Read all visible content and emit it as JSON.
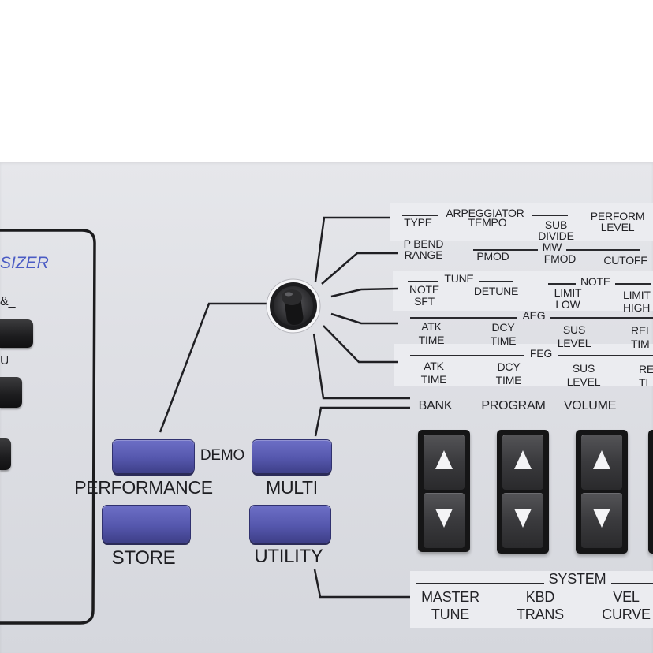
{
  "left_panel": {
    "title": "SIZER",
    "label_1": "&_",
    "label_2": "U"
  },
  "arpeggiator": {
    "header": "ARPEGGIATOR",
    "type": "TYPE",
    "tempo": "TEMPO",
    "sub_divide": [
      "SUB",
      "DIVIDE"
    ],
    "perform_level": [
      "PERFORM",
      "LEVEL"
    ]
  },
  "modulation": {
    "p_bend_range": [
      "P BEND",
      "RANGE"
    ],
    "pmod": "PMOD",
    "mw_header": "MW",
    "fmod": "FMOD",
    "cutoff": "CUTOFF"
  },
  "tune": {
    "header": "TUNE",
    "note_sft": [
      "NOTE",
      "SFT"
    ],
    "detune": "DETUNE"
  },
  "note": {
    "header": "NOTE",
    "limit_low": [
      "LIMIT",
      "LOW"
    ],
    "limit_high": [
      "LIMIT",
      "HIGH"
    ]
  },
  "aeg": {
    "header": "AEG",
    "atk_time": [
      "ATK",
      "TIME"
    ],
    "dcy_time": [
      "DCY",
      "TIME"
    ],
    "sus_level": [
      "SUS",
      "LEVEL"
    ],
    "rel_time": [
      "REL",
      "TIM"
    ]
  },
  "feg": {
    "header": "FEG",
    "atk_time": [
      "ATK",
      "TIME"
    ],
    "dcy_time": [
      "DCY",
      "TIME"
    ],
    "sus_level": [
      "SUS",
      "LEVEL"
    ],
    "rel_time": [
      "RE",
      "TI"
    ]
  },
  "value_controls": {
    "bank": "BANK",
    "program": "PROGRAM",
    "volume": "VOLUME"
  },
  "mode_buttons": {
    "demo": "DEMO",
    "performance": "PERFORMANCE",
    "multi": "MULTI",
    "store": "STORE",
    "utility": "UTILITY"
  },
  "system": {
    "header": "SYSTEM",
    "master_tune": [
      "MASTER",
      "TUNE"
    ],
    "kbd_trans": [
      "KBD",
      "TRANS"
    ],
    "vel_curve": [
      "VEL",
      "CURVE"
    ]
  },
  "icons": {
    "increment": "up-arrow-icon",
    "decrement": "down-arrow-icon",
    "controller": "joystick-icon"
  },
  "colors": {
    "panel": "#dfe0e5",
    "button_blue": "#5557ad",
    "label_blue": "#4a5bc4",
    "text": "#232327",
    "strip": "#ebecf0"
  }
}
